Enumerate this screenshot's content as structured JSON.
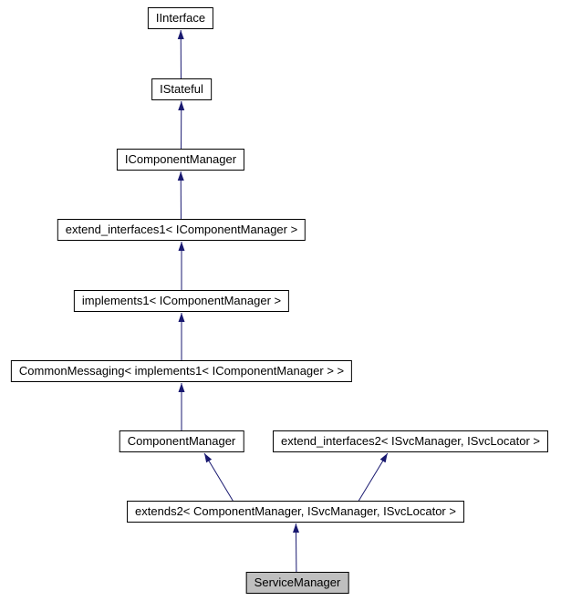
{
  "diagram": {
    "type": "inheritance-graph",
    "colors": {
      "edge": "#191970",
      "node_border": "#000000",
      "node_bg": "#ffffff",
      "current_bg": "#bfbfbf"
    },
    "nodes": [
      {
        "id": "IInterface",
        "label": "IInterface",
        "current": false
      },
      {
        "id": "IStateful",
        "label": "IStateful",
        "current": false
      },
      {
        "id": "IComponentManager",
        "label": "IComponentManager",
        "current": false
      },
      {
        "id": "extend_interfaces1",
        "label": "extend_interfaces1< IComponentManager >",
        "current": false
      },
      {
        "id": "implements1",
        "label": "implements1< IComponentManager >",
        "current": false
      },
      {
        "id": "CommonMessaging",
        "label": "CommonMessaging< implements1< IComponentManager > >",
        "current": false
      },
      {
        "id": "ComponentManager",
        "label": "ComponentManager",
        "current": false
      },
      {
        "id": "extend_interfaces2",
        "label": "extend_interfaces2< ISvcManager, ISvcLocator >",
        "current": false
      },
      {
        "id": "extends2",
        "label": "extends2< ComponentManager, ISvcManager, ISvcLocator >",
        "current": false
      },
      {
        "id": "ServiceManager",
        "label": "ServiceManager",
        "current": true
      }
    ],
    "edges": [
      {
        "from": "IStateful",
        "to": "IInterface"
      },
      {
        "from": "IComponentManager",
        "to": "IStateful"
      },
      {
        "from": "extend_interfaces1",
        "to": "IComponentManager"
      },
      {
        "from": "implements1",
        "to": "extend_interfaces1"
      },
      {
        "from": "CommonMessaging",
        "to": "implements1"
      },
      {
        "from": "ComponentManager",
        "to": "CommonMessaging"
      },
      {
        "from": "extends2",
        "to": "ComponentManager"
      },
      {
        "from": "extends2",
        "to": "extend_interfaces2"
      },
      {
        "from": "ServiceManager",
        "to": "extends2"
      }
    ]
  }
}
